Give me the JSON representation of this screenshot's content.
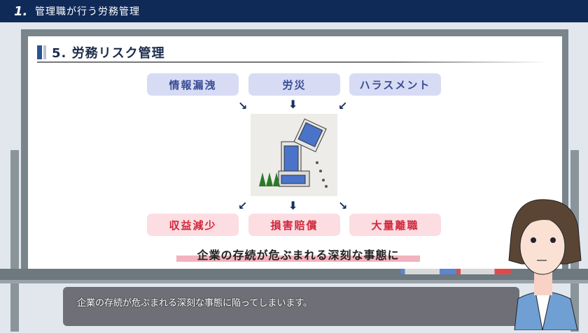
{
  "header": {
    "number": "1.",
    "title": "管理職が行う労務管理"
  },
  "slide": {
    "title": "5. 労務リスク管理",
    "causes": [
      "情報漏洩",
      "労災",
      "ハラスメント"
    ],
    "effects": [
      "収益減少",
      "損害賠償",
      "大量離職"
    ],
    "tagline": "企業の存続が危ぶまれる深刻な事態に"
  },
  "caption": "企業の存続が危ぶまれる深刻な事態に陥ってしまいます。"
}
